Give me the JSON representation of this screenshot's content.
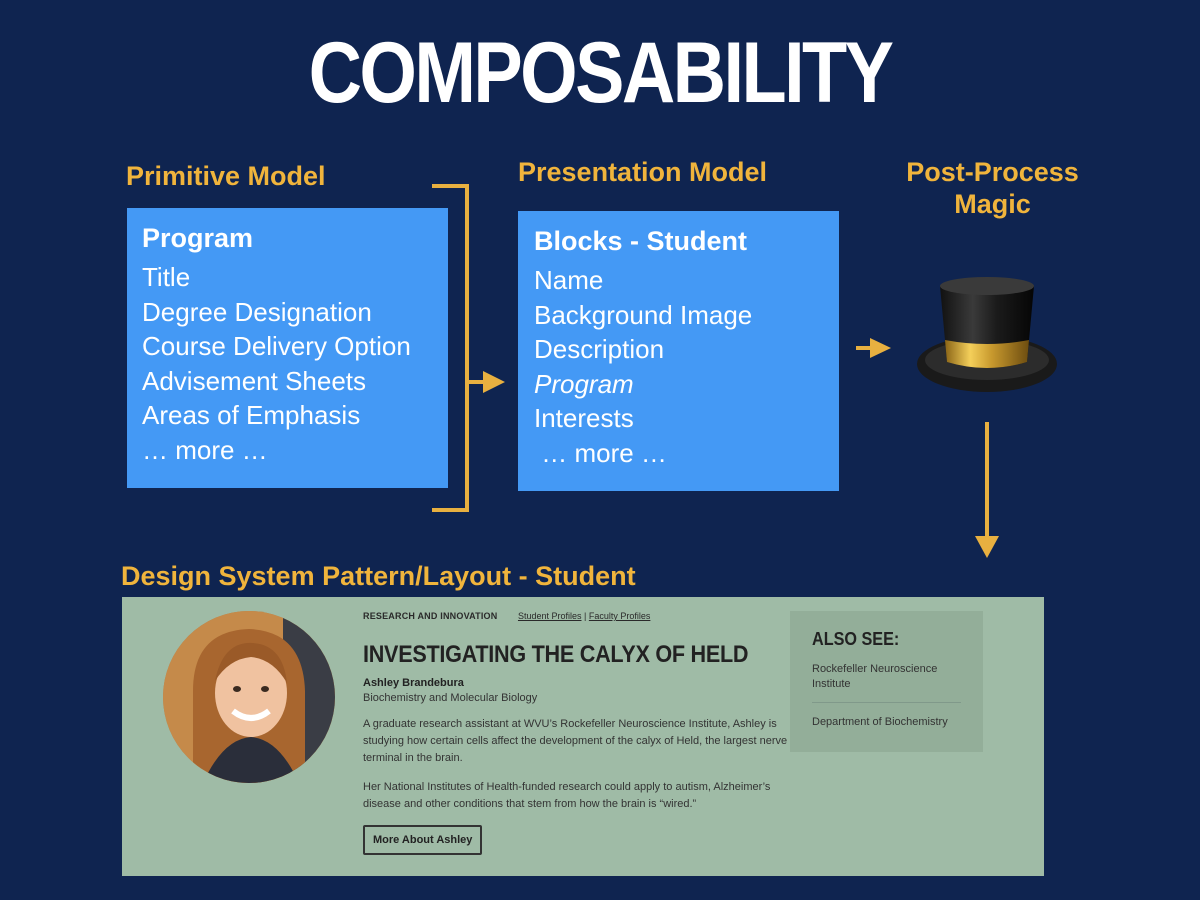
{
  "title": "COMPOSABILITY",
  "primitive": {
    "label": "Primitive Model",
    "heading": "Program",
    "items": [
      "Title",
      "Degree Designation",
      "Course Delivery Option",
      "Advisement Sheets",
      "Areas of Emphasis",
      "… more …"
    ]
  },
  "presentation": {
    "label": "Presentation Model",
    "heading": "Blocks - Student",
    "items": [
      "Name",
      "Background Image",
      "Description",
      "Program",
      "Interests",
      " … more …"
    ]
  },
  "postprocess": {
    "label_line1": "Post-Process",
    "label_line2": "Magic",
    "icon": "top-hat-icon"
  },
  "design_system": {
    "label": "Design System Pattern/Layout - Student",
    "section": "RESEARCH AND INNOVATION",
    "link_students": "Student Profiles",
    "link_sep": "|",
    "link_faculty": "Faculty Profiles",
    "headline": "INVESTIGATING THE CALYX OF HELD",
    "name": "Ashley Brandebura",
    "dept": "Biochemistry and Molecular Biology",
    "para1": "A graduate research assistant at WVU’s Rockefeller Neuroscience Institute, Ashley is studying how certain cells affect the development of the calyx of Held, the largest nerve terminal in the brain.",
    "para2": "Her National Institutes of Health-funded research could apply to autism, Alzheimer’s disease and other conditions that stem from how the brain is “wired.”",
    "button": "More About Ashley",
    "also_see_title": "ALSO SEE:",
    "also_see_1": "Rockefeller Neuroscience Institute",
    "also_see_2": "Department of Biochemistry"
  },
  "colors": {
    "background": "#0f2450",
    "accent": "#f0b43c",
    "box": "#4499f5",
    "panel": "#9fbba6"
  }
}
